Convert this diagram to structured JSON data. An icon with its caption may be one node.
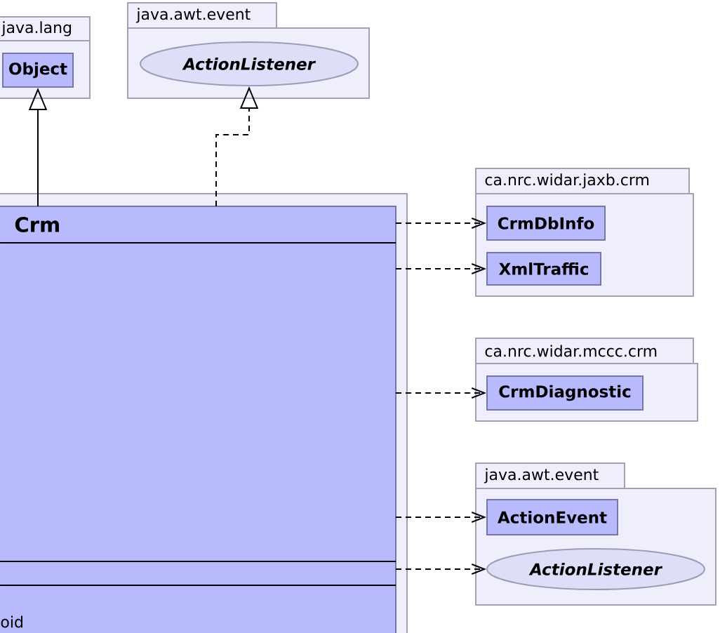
{
  "diagram": {
    "nodes": [
      {
        "text": [
          "java.lang"
        ]
      },
      {
        "text": [
          "Object"
        ],
        "in": 0
      },
      {
        "text": [
          "java.awt.event"
        ]
      },
      {
        "text": [
          "ActionListener"
        ],
        "in": 2
      },
      {
        "text": [],
        "shape": "box"
      },
      {
        "text": [
          "Crm",
          "oid"
        ],
        "in": 4
      },
      {
        "text": [
          "ca.nrc.widar.jaxb.crm"
        ]
      },
      {
        "text": [
          "CrmDbInfo"
        ],
        "in": 6
      },
      {
        "text": [
          "XmlTraffic"
        ],
        "in": 6
      },
      {
        "text": [
          "ca.nrc.widar.mccc.crm"
        ]
      },
      {
        "text": [
          "CrmDiagnostic"
        ],
        "in": 9
      },
      {
        "text": [
          "java.awt.event"
        ]
      },
      {
        "text": [
          "ActionEvent"
        ],
        "in": 11
      },
      {
        "text": [
          "ActionListener"
        ],
        "in": 11
      }
    ],
    "edges": [
      {
        "from": 5,
        "to": 1,
        "arrow": "to"
      },
      {
        "from": 5,
        "to": 3,
        "arrow": "to",
        "style": "dashed"
      },
      {
        "from": 5,
        "to": 7,
        "arrow": "to",
        "style": "dashed"
      },
      {
        "from": 5,
        "to": 8,
        "arrow": "to",
        "style": "dashed"
      },
      {
        "from": 5,
        "to": 10,
        "arrow": "to",
        "style": "dashed"
      },
      {
        "from": 5,
        "to": 12,
        "arrow": "to",
        "style": "dashed"
      },
      {
        "from": 5,
        "to": 13,
        "arrow": "to",
        "style": "dashed"
      }
    ]
  }
}
